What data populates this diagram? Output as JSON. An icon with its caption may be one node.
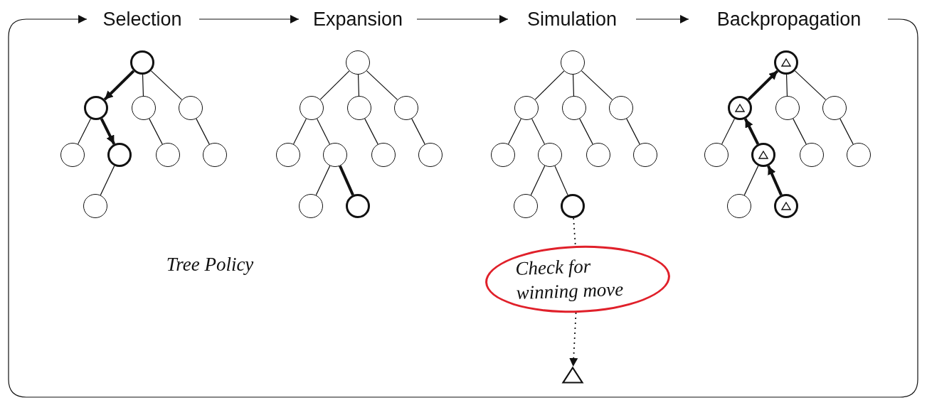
{
  "diagram": {
    "nodes": [
      {
        "text": [
          "Selection"
        ]
      },
      {
        "text": [
          "Expansion"
        ]
      },
      {
        "text": [
          "Simulation"
        ]
      },
      {
        "text": [
          "Backpropagation"
        ]
      },
      {
        "text": [],
        "shape": "circle"
      },
      {
        "text": [],
        "shape": "circle"
      },
      {
        "text": [],
        "shape": "circle"
      },
      {
        "text": [],
        "shape": "circle"
      },
      {
        "text": [],
        "shape": "circle"
      },
      {
        "text": [],
        "shape": "circle"
      },
      {
        "text": [],
        "shape": "circle"
      },
      {
        "text": [],
        "shape": "circle"
      },
      {
        "text": [],
        "shape": "circle"
      },
      {
        "text": [],
        "shape": "circle"
      },
      {
        "text": [],
        "shape": "circle"
      },
      {
        "text": [],
        "shape": "circle"
      },
      {
        "text": [],
        "shape": "circle"
      },
      {
        "text": [],
        "shape": "circle"
      },
      {
        "text": [],
        "shape": "circle"
      },
      {
        "text": [],
        "shape": "circle"
      },
      {
        "text": [],
        "shape": "circle"
      },
      {
        "text": [],
        "shape": "circle"
      },
      {
        "text": [],
        "shape": "circle"
      },
      {
        "text": [],
        "shape": "circle"
      },
      {
        "text": [],
        "shape": "circle"
      },
      {
        "text": [],
        "shape": "circle"
      },
      {
        "text": [],
        "shape": "circle"
      },
      {
        "text": [],
        "shape": "circle"
      },
      {
        "text": [],
        "shape": "circle"
      },
      {
        "text": [],
        "shape": "circle"
      },
      {
        "text": [],
        "shape": "circle"
      },
      {
        "text": [],
        "shape": "circle"
      },
      {
        "text": [],
        "shape": "circle"
      },
      {
        "text": [
          "Check for winning move"
        ]
      },
      {
        "text": [],
        "shape": "triangle"
      },
      {
        "text": [],
        "shape": "circle"
      },
      {
        "text": [],
        "shape": "circle"
      },
      {
        "text": [],
        "shape": "circle"
      },
      {
        "text": [],
        "shape": "circle"
      },
      {
        "text": [],
        "shape": "circle"
      },
      {
        "text": [],
        "shape": "circle"
      },
      {
        "text": [],
        "shape": "circle"
      },
      {
        "text": [],
        "shape": "circle"
      },
      {
        "text": [],
        "shape": "circle"
      },
      {
        "text": [],
        "shape": "circle"
      }
    ],
    "edges": [
      {
        "from": 0,
        "to": 1,
        "arrow": "to"
      },
      {
        "from": 1,
        "to": 2,
        "arrow": "to"
      },
      {
        "from": 2,
        "to": 3,
        "arrow": "to"
      },
      {
        "from": 3,
        "to": 0,
        "arrow": "to"
      },
      {
        "from": 4,
        "to": 5,
        "arrow": "to",
        "style": "thick"
      },
      {
        "from": 4,
        "to": 6,
        "arrow": "none"
      },
      {
        "from": 4,
        "to": 7,
        "arrow": "none"
      },
      {
        "from": 5,
        "to": 8,
        "arrow": "none"
      },
      {
        "from": 5,
        "to": 9,
        "arrow": "to",
        "style": "thick"
      },
      {
        "from": 6,
        "to": 10,
        "arrow": "none"
      },
      {
        "from": 7,
        "to": 11,
        "arrow": "none"
      },
      {
        "from": 9,
        "to": 12,
        "arrow": "none"
      },
      {
        "from": 13,
        "to": 14,
        "arrow": "none"
      },
      {
        "from": 13,
        "to": 15,
        "arrow": "none"
      },
      {
        "from": 13,
        "to": 16,
        "arrow": "none"
      },
      {
        "from": 14,
        "to": 17,
        "arrow": "none"
      },
      {
        "from": 14,
        "to": 18,
        "arrow": "none"
      },
      {
        "from": 15,
        "to": 19,
        "arrow": "none"
      },
      {
        "from": 16,
        "to": 20,
        "arrow": "none"
      },
      {
        "from": 18,
        "to": 21,
        "arrow": "none"
      },
      {
        "from": 18,
        "to": 22,
        "arrow": "none",
        "style": "thick"
      },
      {
        "from": 23,
        "to": 24,
        "arrow": "none"
      },
      {
        "from": 23,
        "to": 25,
        "arrow": "none"
      },
      {
        "from": 23,
        "to": 26,
        "arrow": "none"
      },
      {
        "from": 24,
        "to": 27,
        "arrow": "none"
      },
      {
        "from": 24,
        "to": 28,
        "arrow": "none"
      },
      {
        "from": 25,
        "to": 29,
        "arrow": "none"
      },
      {
        "from": 26,
        "to": 30,
        "arrow": "none"
      },
      {
        "from": 28,
        "to": 31,
        "arrow": "none"
      },
      {
        "from": 28,
        "to": 32,
        "arrow": "none"
      },
      {
        "from": 32,
        "to": 33,
        "arrow": "none",
        "style": "dashed"
      },
      {
        "from": 33,
        "to": 34,
        "arrow": "to",
        "style": "dashed"
      },
      {
        "from": 35,
        "to": 37,
        "arrow": "none"
      },
      {
        "from": 35,
        "to": 38,
        "arrow": "none"
      },
      {
        "from": 36,
        "to": 39,
        "arrow": "none"
      },
      {
        "from": 37,
        "to": 41,
        "arrow": "none"
      },
      {
        "from": 38,
        "to": 42,
        "arrow": "none"
      },
      {
        "from": 40,
        "to": 43,
        "arrow": "none"
      },
      {
        "from": 44,
        "to": 40,
        "arrow": "to",
        "style": "thick"
      },
      {
        "from": 40,
        "to": 36,
        "arrow": "to",
        "style": "thick"
      },
      {
        "from": 36,
        "to": 35,
        "arrow": "to",
        "style": "thick"
      }
    ],
    "labels": [
      "Tree Policy"
    ]
  }
}
